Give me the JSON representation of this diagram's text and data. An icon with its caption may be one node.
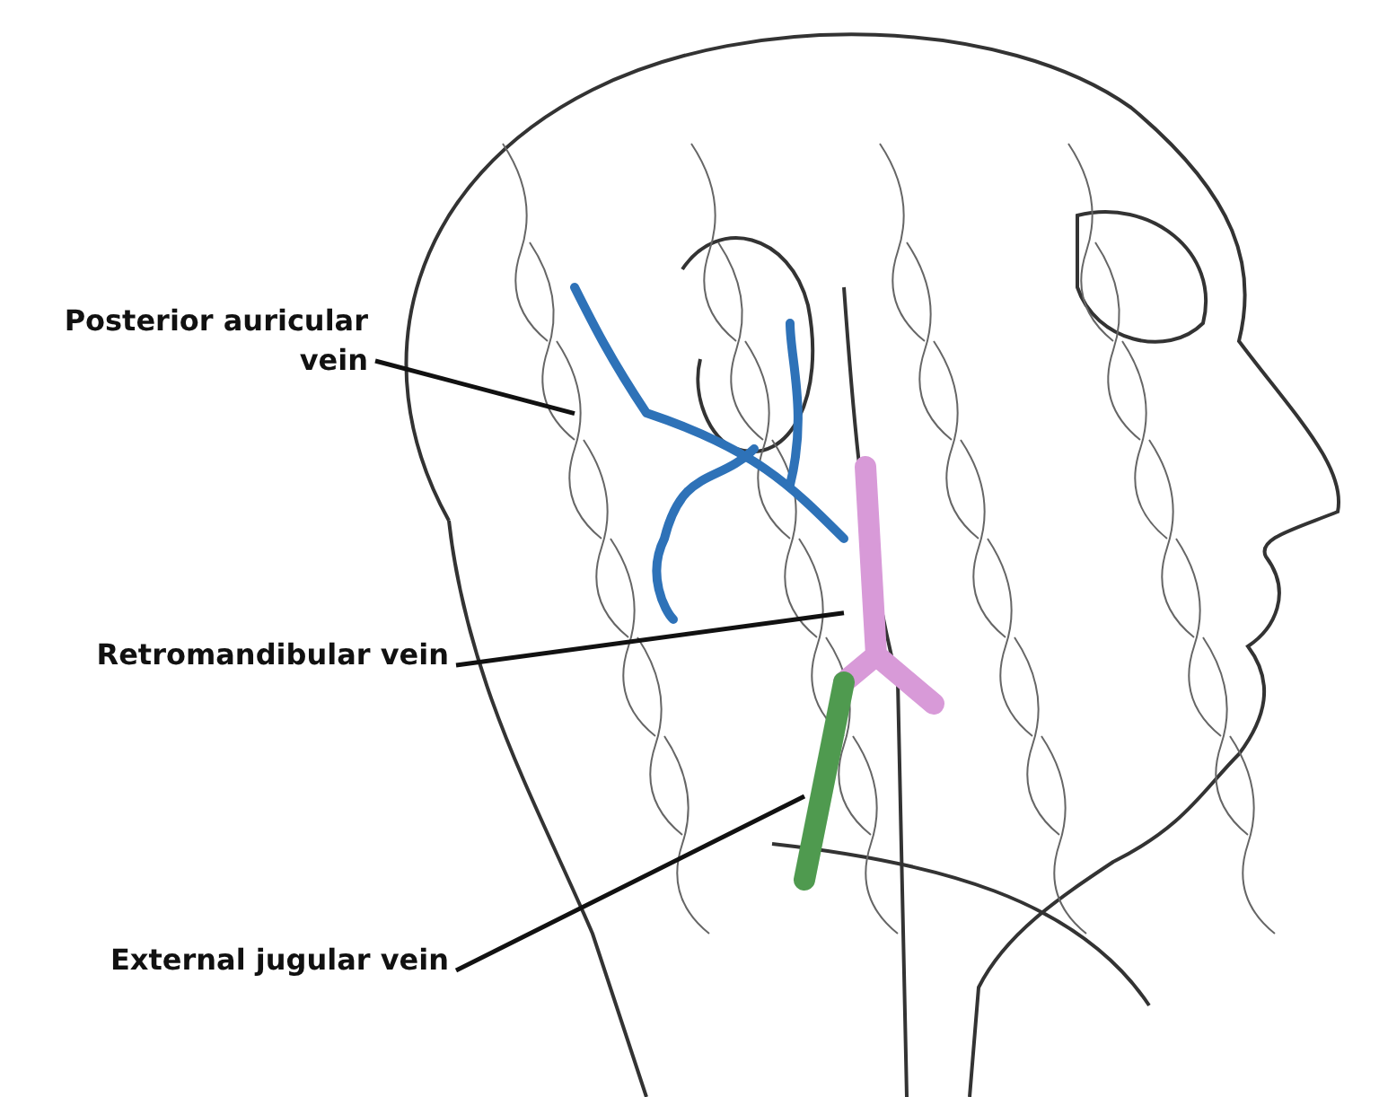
{
  "diagram": {
    "nodes": [
      {
        "text": [
          "Posterior auricular vein"
        ]
      },
      {
        "text": [],
        "shape": "picture"
      },
      {
        "text": [
          "Retromandibular vein"
        ]
      },
      {
        "text": [],
        "shape": "picture"
      },
      {
        "text": [
          "External jugular vein"
        ]
      },
      {
        "text": [],
        "shape": "picture"
      }
    ],
    "edges": [
      {
        "from": 0,
        "to": 1,
        "arrow": "none"
      },
      {
        "from": 2,
        "to": 3,
        "arrow": "none"
      },
      {
        "from": 4,
        "to": 5,
        "arrow": "none"
      }
    ]
  }
}
